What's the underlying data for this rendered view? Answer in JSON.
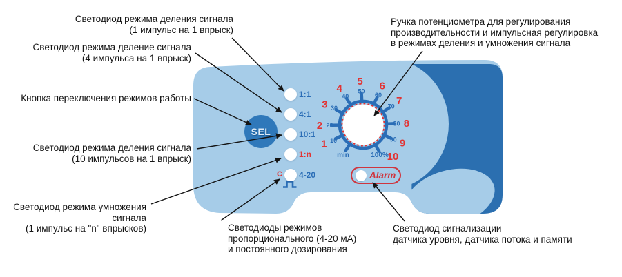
{
  "colors": {
    "panel_light": "#a6cce8",
    "panel_dark": "#2b6fb0",
    "accent_blue": "#2a6db6",
    "accent_red": "#e23333",
    "alarm_red": "#cf353e",
    "arrow_black": "#141414"
  },
  "annotations": [
    {
      "lines": [
        "Светодиод режима деления сигнала",
        "(1 импульс на 1 впрыск)"
      ]
    },
    {
      "lines": [
        "Светодиод режима деление сигнала",
        "(4 импульса на 1 впрыск)"
      ]
    },
    {
      "lines": [
        "Кнопка переключения режимов работы"
      ]
    },
    {
      "lines": [
        "Светодиод режима деления сигнала",
        "(10 импульсов на 1 впрыск)"
      ]
    },
    {
      "lines": [
        "Светодиод режима умножения сигнала",
        "(1 импульс на \"n\" впрысков)"
      ]
    },
    {
      "lines": [
        "Светодиоды режимов",
        "пропорционального (4-20 мА)",
        "и постоянного дозирования"
      ]
    },
    {
      "lines": [
        "Светодиод сигнализации",
        "датчика уровня, датчика потока и памяти"
      ]
    },
    {
      "lines": [
        "Ручка потенциометра для регулирования",
        "производительности и импульсная регулировка",
        "в режимах деления и умножения сигнала"
      ]
    }
  ],
  "panel": {
    "sel_button": "SEL",
    "leds": [
      {
        "label": "1:1"
      },
      {
        "label": "4:1"
      },
      {
        "label": "10:1"
      },
      {
        "label": "1:n"
      },
      {
        "label": "4-20",
        "prefix": "C"
      }
    ],
    "knob": {
      "red_scale": [
        "1",
        "2",
        "3",
        "4",
        "5",
        "6",
        "7",
        "8",
        "9",
        "10"
      ],
      "blue_scale": [
        "10",
        "20",
        "30",
        "40",
        "50",
        "60",
        "70",
        "80",
        "90"
      ],
      "min": "min",
      "max": "100%"
    },
    "alarm": "Alarm"
  }
}
